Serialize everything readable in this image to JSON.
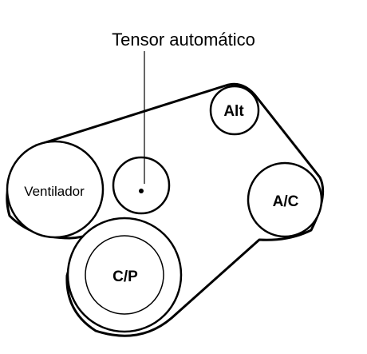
{
  "diagram": {
    "callout": "Tensor automático",
    "pulleys": {
      "ventilador": "Ventilador",
      "alternator": "Alt",
      "ac": "A/C",
      "cp": "C/P"
    }
  }
}
